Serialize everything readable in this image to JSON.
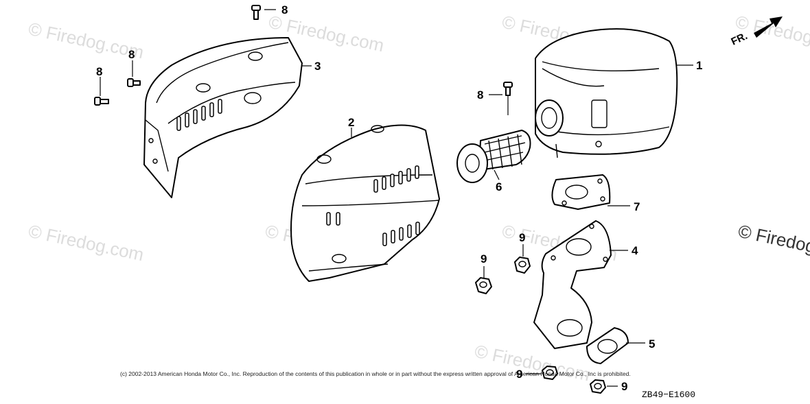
{
  "watermarks": [
    "© Firedog.com",
    "© Firedog.com",
    "© Firedog.com",
    "© Firedog.com",
    "© Firedog.com",
    "© Firedog.com",
    "© Firedog.com",
    "© Firedog.com",
    "© Firedog.com"
  ],
  "callouts": {
    "p1": "1",
    "p2": "2",
    "p3": "3",
    "p4": "4",
    "p5": "5",
    "p6": "6",
    "p7": "7",
    "p8a": "8",
    "p8b": "8",
    "p8c": "8",
    "p8d": "8",
    "p9a": "9",
    "p9b": "9",
    "p9c": "9",
    "p9d": "9"
  },
  "direction_label": "FR.",
  "copyright": "(c) 2002-2013 American Honda Motor Co., Inc. Reproduction of the contents of this publication in whole or in part without the express written approval of American Honda Motor Co., Inc is prohibited.",
  "diagram_code": "ZB49−E1600",
  "colors": {
    "line": "#000000",
    "watermark": "#dcdcdc",
    "background": "#ffffff"
  }
}
